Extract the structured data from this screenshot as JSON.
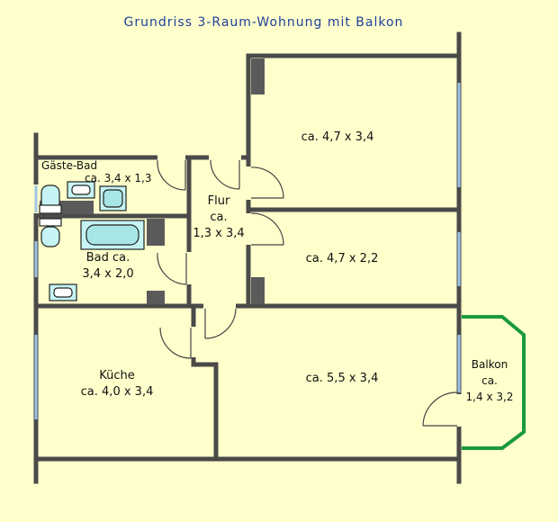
{
  "title": "Grundriss 3-Raum-Wohnung mit Balkon",
  "rooms": {
    "schlafzimmer": "ca. 4,7 x 3,4",
    "gaeste_bad_name": "Gäste-Bad",
    "gaeste_bad_size": "ca. 3,4 x 1,3",
    "flur_name": "Flur",
    "flur_ca": "ca.",
    "flur_size": "1,3 x 3,4",
    "zimmer2": "ca. 4,7 x 2,2",
    "bad_name": "Bad ca.",
    "bad_size": "3,4 x 2,0",
    "kueche_name": "Küche",
    "kueche_size": "ca. 4,0 x 3,4",
    "wohnzimmer": "ca. 5,5 x 3,4",
    "balkon_name": "Balkon",
    "balkon_ca": "ca.",
    "balkon_size": "1,4 x 3,2"
  },
  "colors": {
    "background": "#ffffcc",
    "walls": "#4a4a4a",
    "windows": "#9ec4e6",
    "balcony": "#1a9a3a",
    "fixtures": "#c6f4f4",
    "title": "#1f3f9a"
  }
}
